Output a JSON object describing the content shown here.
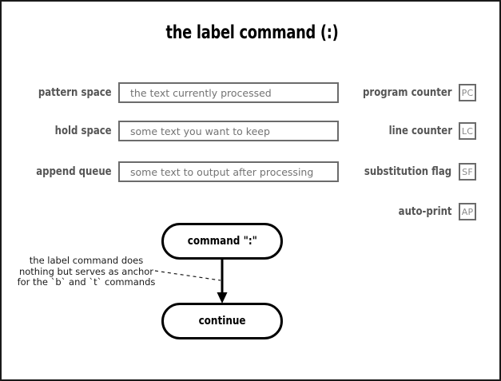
{
  "title": "the label command (:)",
  "buffers": [
    {
      "label": "pattern space",
      "value": "the text currently processed"
    },
    {
      "label": "hold space",
      "value": "some text you want to keep"
    },
    {
      "label": "append queue",
      "value": "some text to output after processing"
    }
  ],
  "flags": [
    {
      "label": "program counter",
      "abbr": "PC"
    },
    {
      "label": "line counter",
      "abbr": "LC"
    },
    {
      "label": "substitution flag",
      "abbr": "SF"
    },
    {
      "label": "auto-print",
      "abbr": "AP"
    }
  ],
  "flow": {
    "command_node": "command \":\"",
    "continue_node": "continue"
  },
  "annotation": {
    "line1": "the label command does",
    "line2": "nothing but serves as anchor",
    "line3": "for the `b` and `t` commands"
  },
  "colors": {
    "frame": "#1a1a1a",
    "label_text": "#555555",
    "field_text": "#737373",
    "field_border": "#6b6b6b",
    "node_stroke": "#000000",
    "annotation_text": "#1a1a1a"
  }
}
